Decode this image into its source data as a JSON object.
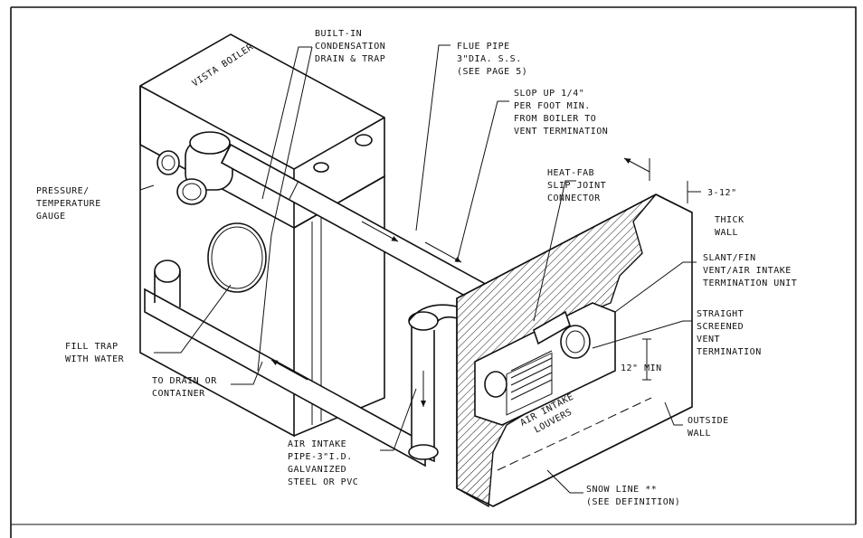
{
  "diagram": {
    "boiler_side_label": "VISTA BOILER",
    "labels": {
      "built_in_drain": [
        "BUILT-IN",
        "CONDENSATION",
        "DRAIN & TRAP"
      ],
      "flue_pipe": [
        "FLUE PIPE",
        "3\"DIA. S.S.",
        "(SEE PAGE 5)"
      ],
      "slope": [
        "SLOP UP 1/4\"",
        "PER FOOT MIN.",
        "FROM BOILER TO",
        "VENT TERMINATION"
      ],
      "pressure_gauge": [
        "PRESSURE/",
        "TEMPERATURE",
        "GAUGE"
      ],
      "heat_fab": [
        "HEAT-FAB",
        "SLIP JOINT",
        "CONNECTOR"
      ],
      "wall_thickness": [
        "3-12\""
      ],
      "thick_wall": [
        "THICK",
        "WALL"
      ],
      "slant_fin": [
        "SLANT/FIN",
        "VENT/AIR INTAKE",
        "TERMINATION UNIT"
      ],
      "straight_screened": [
        "STRAIGHT",
        "SCREENED",
        "VENT",
        "TERMINATION"
      ],
      "fill_trap": [
        "FILL TRAP",
        "WITH WATER"
      ],
      "min_12": [
        "12\" MIN"
      ],
      "to_drain": [
        "TO DRAIN OR",
        "CONTAINER"
      ],
      "air_intake_louvers": [
        "AIR INTAKE",
        "LOUVERS"
      ],
      "outside_wall": [
        "OUTSIDE",
        "WALL"
      ],
      "air_intake_pipe": [
        "AIR INTAKE",
        "PIPE-3\"I.D.",
        "GALVANIZED",
        "STEEL OR PVC"
      ],
      "snow_line": [
        "SNOW LINE **",
        "(SEE DEFINITION)"
      ]
    }
  }
}
